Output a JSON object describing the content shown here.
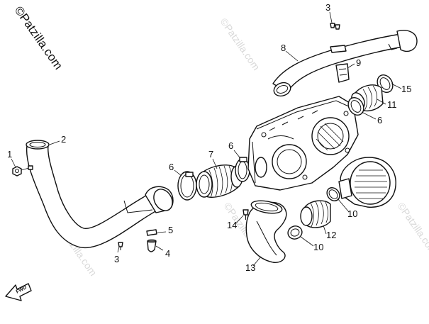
{
  "watermark": {
    "main": "©Patzilla.com",
    "faint": "©Patzilla.com"
  },
  "direction_arrow": {
    "label": "FWD",
    "icon": "forward-arrow-icon"
  },
  "callouts": {
    "c1": "1",
    "c2": "2",
    "c3a": "3",
    "c3b": "3",
    "c4": "4",
    "c5": "5",
    "c6a": "6",
    "c6b": "6",
    "c6c": "6",
    "c7": "7",
    "c8": "8",
    "c9": "9",
    "c10a": "10",
    "c10b": "10",
    "c11": "11",
    "c12": "12",
    "c13": "13",
    "c14": "14",
    "c15": "15"
  }
}
